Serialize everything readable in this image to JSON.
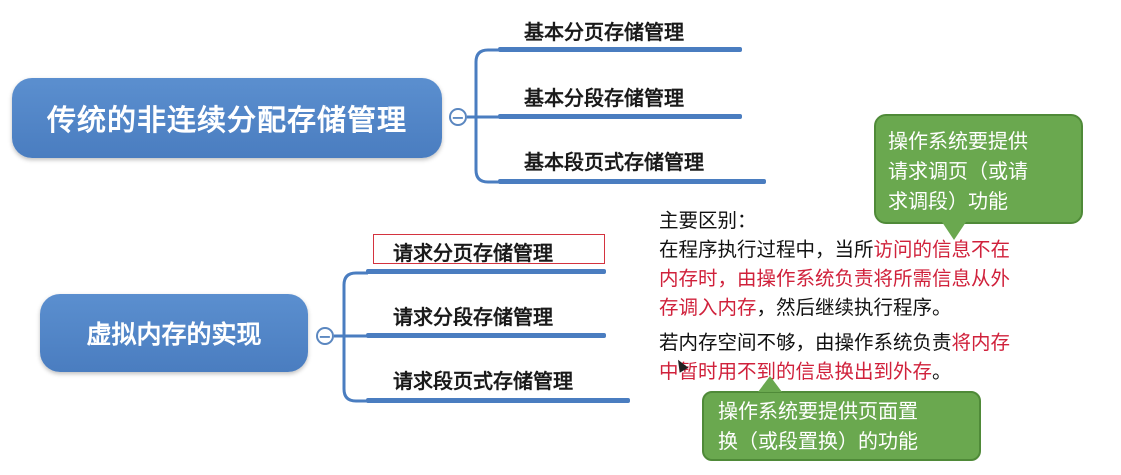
{
  "roots": {
    "traditional": "传统的非连续分配存储管理",
    "virtual": "虚拟内存的实现"
  },
  "collapse_symbol": "−",
  "traditional_branches": [
    "基本分页存储管理",
    "基本分段存储管理",
    "基本段页式存储管理"
  ],
  "virtual_branches": [
    "请求分页存储管理",
    "请求分段存储管理",
    "请求段页式存储管理"
  ],
  "notes": {
    "heading": "主要区别：",
    "p1_a": "在程序执行过程中，当所",
    "p1_red_1": "访问的信息不在",
    "p1_red_2": "内存时，由操作系统负责将所需信息从外",
    "p1_red_3": "存调入内存",
    "p1_b": "，然后继续执行程序。",
    "p2_a": "若内存空间不够，由操作系统负责",
    "p2_red_1": "将内存",
    "p2_red_2": "中暂时用不到的信息换出到外存",
    "p2_b": "。"
  },
  "bubbles": {
    "top_line1": "操作系统要提供",
    "top_line2": "请求调页（或请",
    "top_line3": "求调段）功能",
    "bottom_line1": "操作系统要提供页面置",
    "bottom_line2": "换（或段置换）的功能"
  },
  "colors": {
    "root_fill": "#4a7dc0",
    "line": "#4a7dc0",
    "red_text": "#d0213b",
    "bubble_fill": "#6aa84f",
    "highlight_border": "#d4333f"
  }
}
